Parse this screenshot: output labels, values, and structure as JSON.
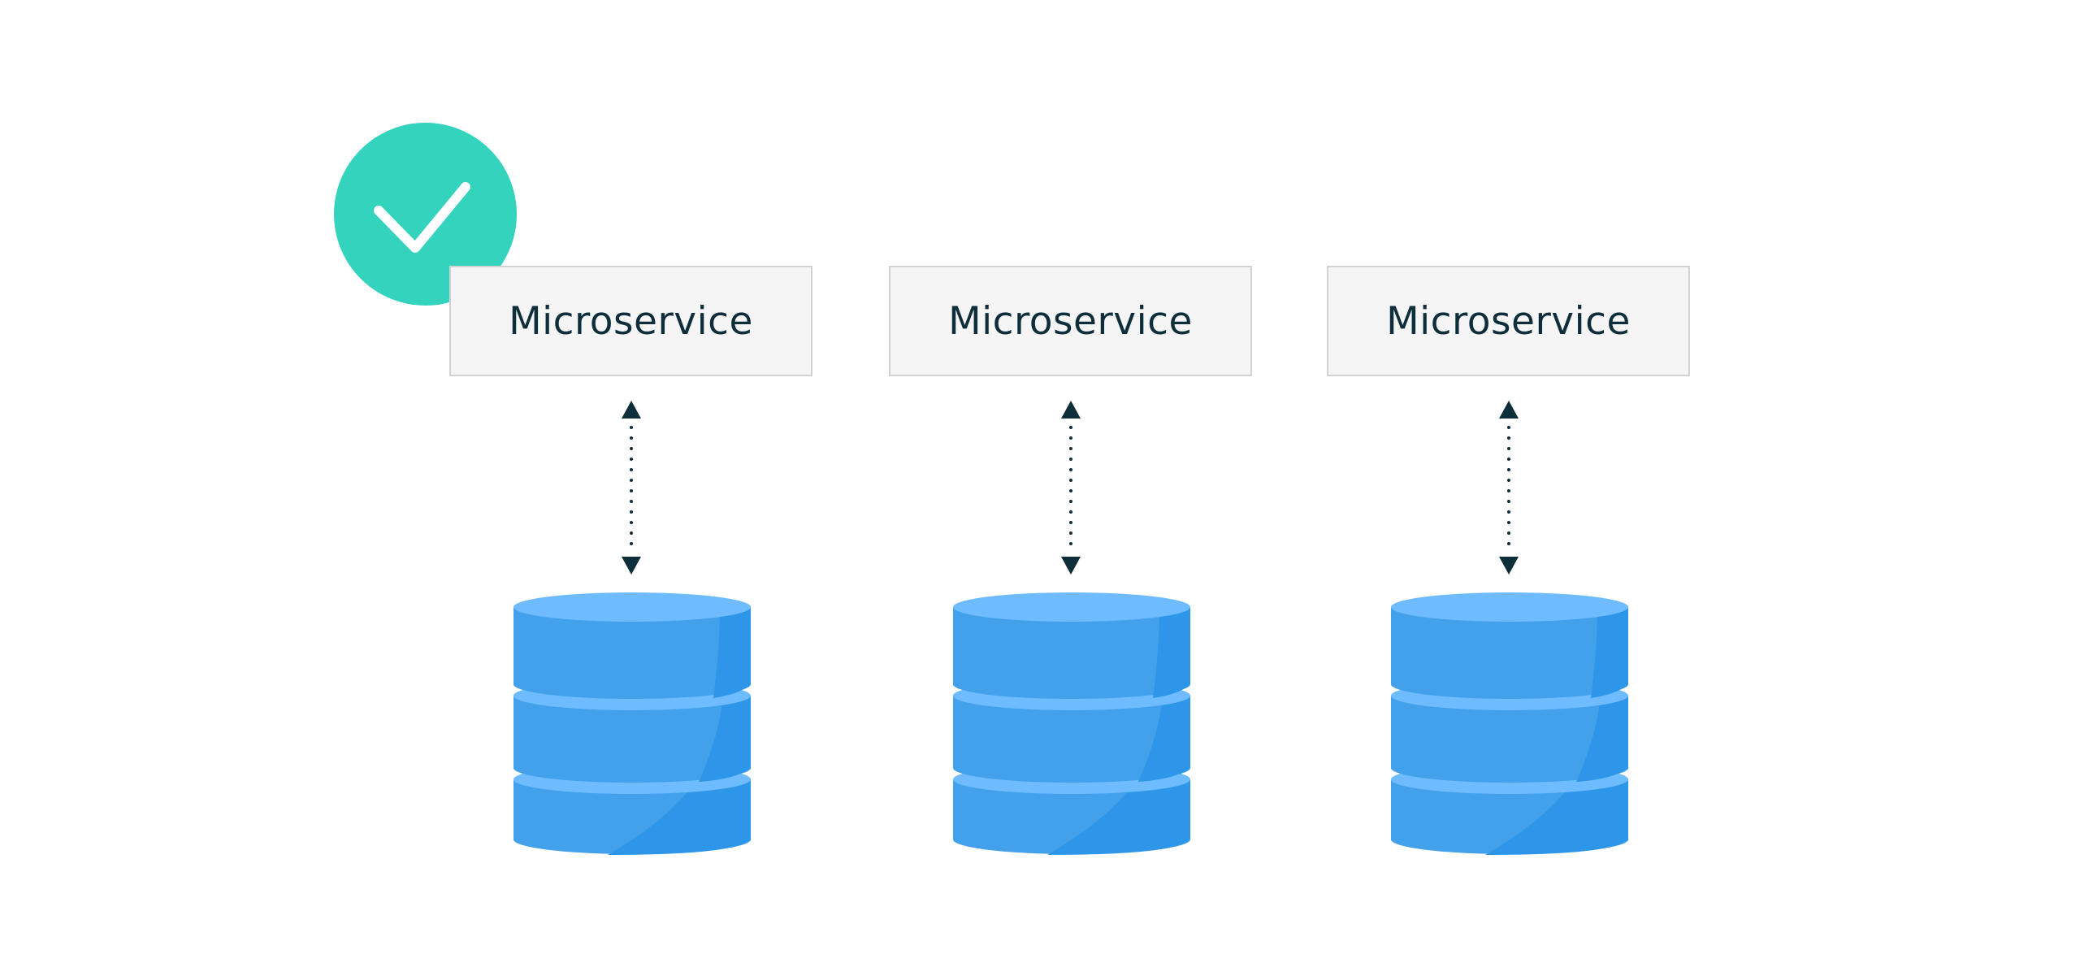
{
  "diagram": {
    "services": [
      {
        "label": "Microservice"
      },
      {
        "label": "Microservice"
      },
      {
        "label": "Microservice"
      }
    ],
    "badge": {
      "icon": "checkmark-icon",
      "color": "#34d3bd"
    },
    "colors": {
      "service_fill": "#f5f5f5",
      "service_border": "#d2d2d2",
      "label_text": "#0f2e3b",
      "arrow": "#0f2e3b",
      "db_top": "#6ebcff",
      "db_side_light": "#43a0eb",
      "db_side_dark": "#2d96e8"
    }
  }
}
